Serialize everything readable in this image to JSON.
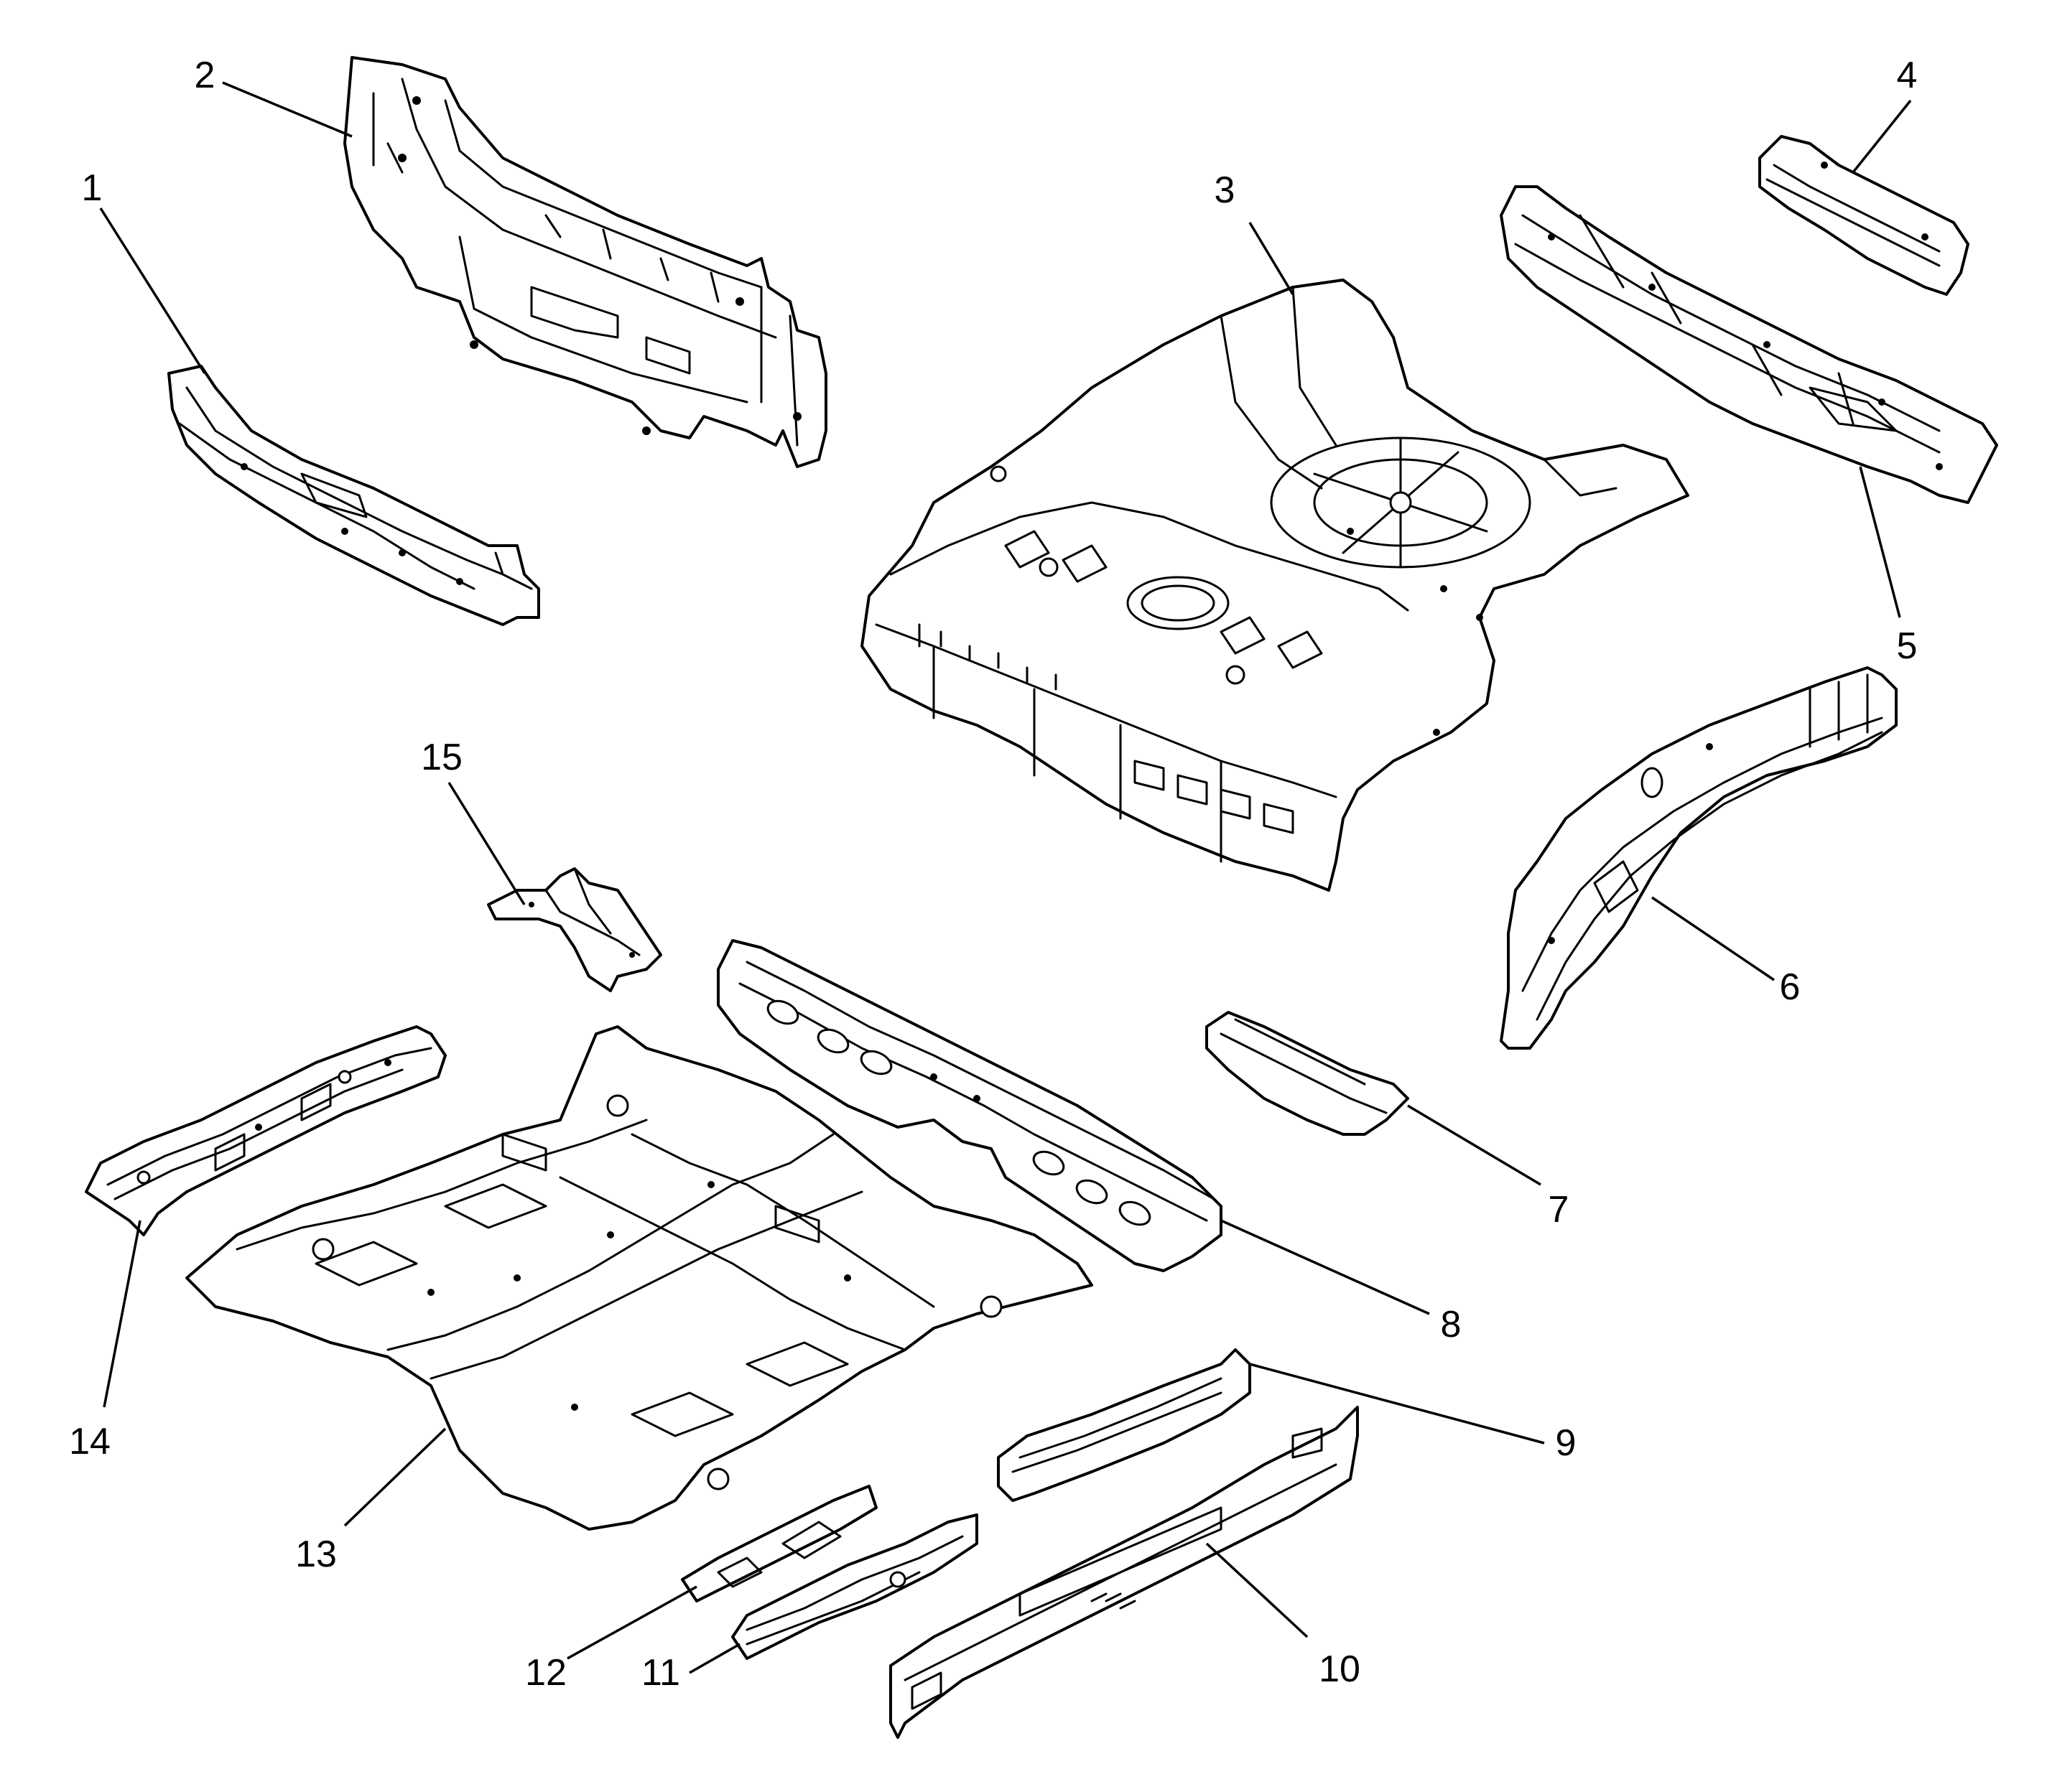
{
  "diagram": {
    "type": "exploded-parts-diagram",
    "line_color": "#000000",
    "background_color": "#ffffff",
    "callouts": [
      "1",
      "2",
      "3",
      "4",
      "5",
      "6",
      "7",
      "8",
      "9",
      "10",
      "11",
      "12",
      "13",
      "14",
      "15"
    ]
  }
}
